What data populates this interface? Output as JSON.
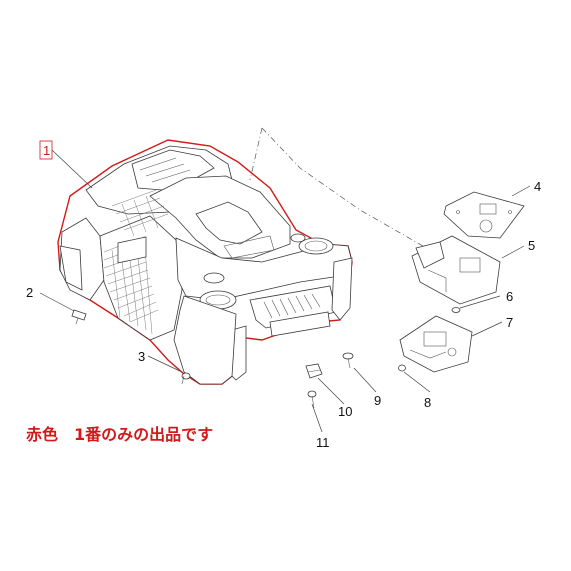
{
  "labels": {
    "p1": "1",
    "p2": "2",
    "p3": "3",
    "p4": "4",
    "p5": "5",
    "p6": "6",
    "p7": "7",
    "p8": "8",
    "p9": "9",
    "p10": "10",
    "p11": "11"
  },
  "note": "赤色　1番のみの出品です",
  "colors": {
    "highlight": "#d21a1a",
    "line": "#3a3a3a"
  }
}
